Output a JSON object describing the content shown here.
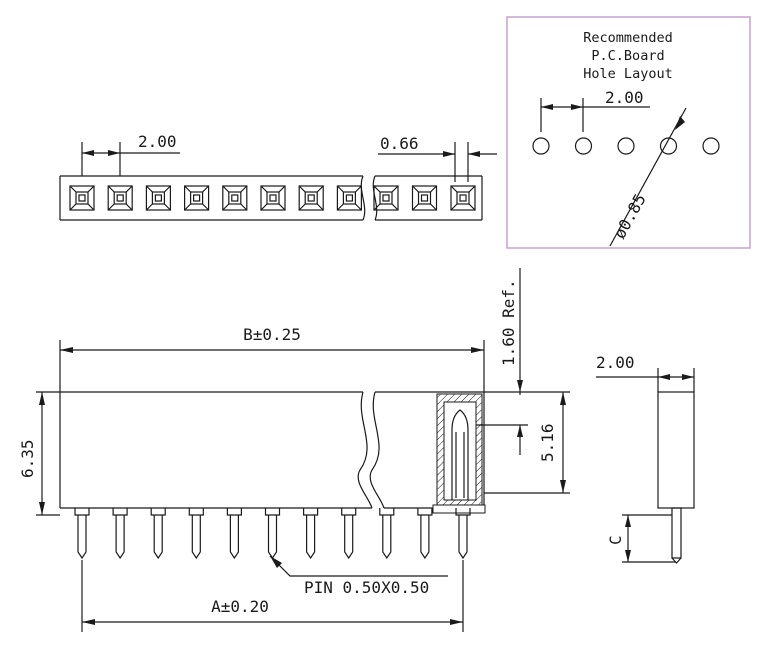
{
  "colors": {
    "line": "#1a1a1a",
    "hole_box": "#c9a0d0",
    "background": "#ffffff"
  },
  "top_view": {
    "pitch_label": "2.00",
    "hole_label": "0.66",
    "contact_count_left": 8,
    "contact_count_right": 3
  },
  "hole_layout": {
    "title_line1": "Recommended",
    "title_line2": "P.C.Board",
    "title_line3": "Hole  Layout",
    "pitch_label": "2.00",
    "diameter_label": "ø0.85",
    "hole_count": 5
  },
  "front_view": {
    "length_label": "B±0.25",
    "height_label": "6.35",
    "ref_label": "1.60  Ref.",
    "depth_label": "5.16",
    "pin_label": "PIN  0.50X0.50",
    "pin_span_label": "A±0.20",
    "pin_count": 11
  },
  "side_view": {
    "width_label": "2.00",
    "pin_length_label": "C"
  }
}
